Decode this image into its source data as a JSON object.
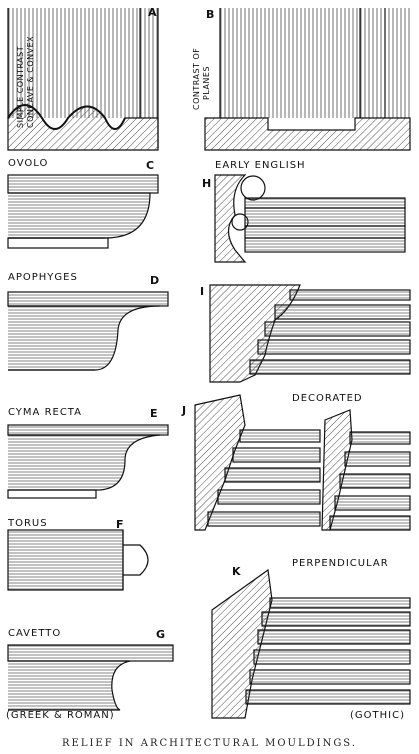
{
  "figures": {
    "A": {
      "letter": "A",
      "note": "SIMPLE CONTRAST",
      "note2": "CONCAVE & CONVEX"
    },
    "B": {
      "letter": "B",
      "note": "CONTRAST OF",
      "note2": "PLANES"
    },
    "C": {
      "letter": "C",
      "name": "OVOLO"
    },
    "D": {
      "letter": "D",
      "name": "APOPHYGES"
    },
    "E": {
      "letter": "E",
      "name": "CYMA RECTA"
    },
    "F": {
      "letter": "F",
      "name": "TORUS"
    },
    "G": {
      "letter": "G",
      "name": "CAVETTO"
    },
    "H": {
      "letter": "H",
      "name": "EARLY ENGLISH"
    },
    "I": {
      "letter": "I"
    },
    "J": {
      "letter": "J",
      "name": "DECORATED"
    },
    "K": {
      "letter": "K",
      "name": "PERPENDICULAR"
    }
  },
  "groups": {
    "left": "(GREEK & ROMAN)",
    "right": "(GOTHIC)"
  },
  "caption": "RELIEF IN ARCHITECTURAL MOULDINGS."
}
